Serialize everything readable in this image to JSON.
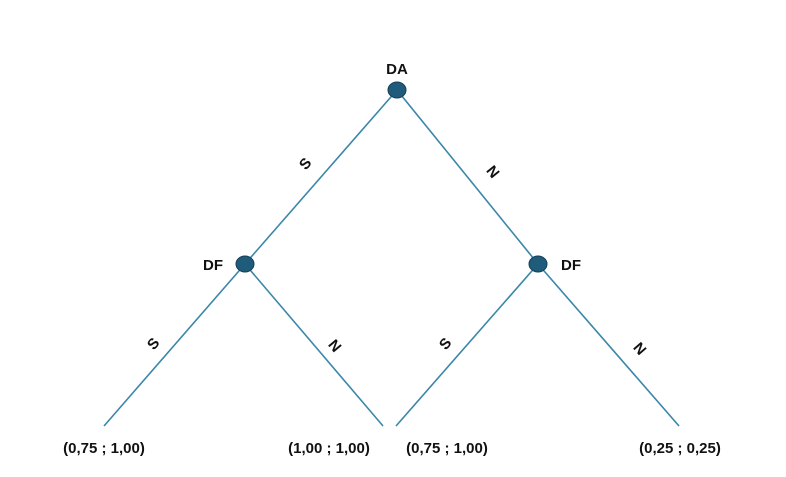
{
  "nodes": {
    "root": {
      "player": "DA"
    },
    "left": {
      "player": "DF"
    },
    "right": {
      "player": "DF"
    }
  },
  "edges": {
    "root_left": "S",
    "root_right": "N",
    "left_left": "S",
    "left_right": "N",
    "right_left": "S",
    "right_right": "N"
  },
  "payoffs": [
    "(0,75 ; 1,00)",
    "(1,00 ; 1,00)",
    "(0,75 ; 1,00)",
    "(0,25 ; 0,25)"
  ],
  "colors": {
    "edge": "#3a86a8",
    "node": "#1f5b7a"
  }
}
